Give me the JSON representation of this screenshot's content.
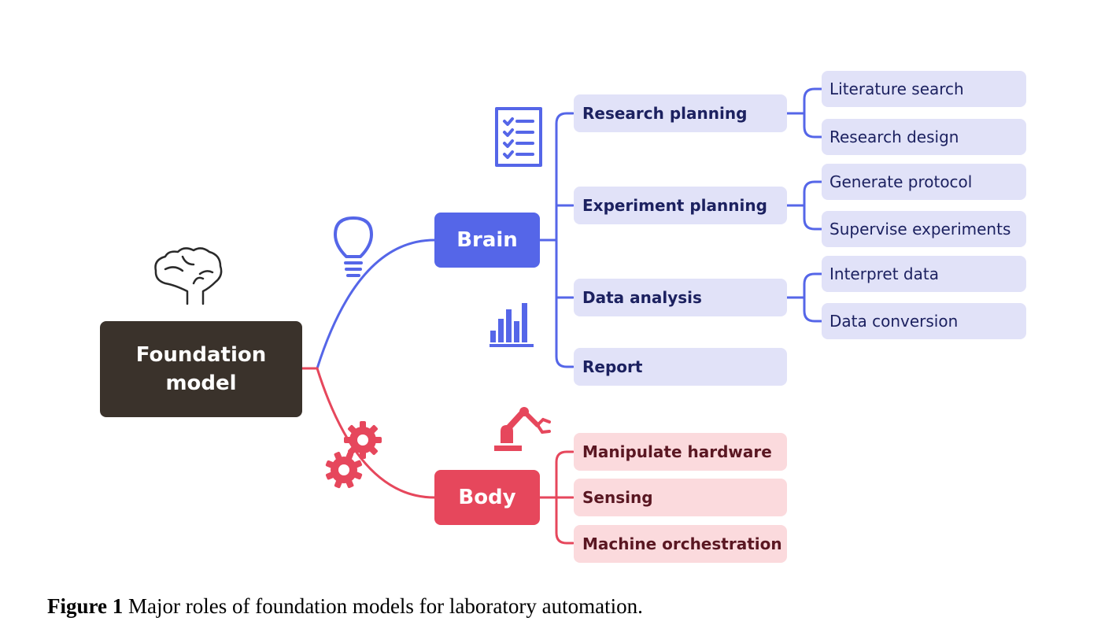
{
  "root": {
    "line1": "Foundation",
    "line2": "model"
  },
  "branches": {
    "brain": {
      "label": "Brain",
      "children": [
        {
          "label": "Research planning",
          "children": [
            "Literature search",
            "Research design"
          ]
        },
        {
          "label": "Experiment planning",
          "children": [
            "Generate protocol",
            "Supervise experiments"
          ]
        },
        {
          "label": "Data analysis",
          "children": [
            "Interpret data",
            "Data conversion"
          ]
        },
        {
          "label": "Report",
          "children": []
        }
      ]
    },
    "body": {
      "label": "Body",
      "children": [
        "Manipulate hardware",
        "Sensing",
        "Machine orchestration"
      ]
    }
  },
  "icons": [
    "brain-icon",
    "lightbulb-icon",
    "checklist-icon",
    "bar-chart-icon",
    "robot-arm-icon",
    "gears-icon"
  ],
  "colors": {
    "root": "#3a322b",
    "brain": "#5566e8",
    "brain_light": "#e1e2f8",
    "body": "#e6475c",
    "body_light": "#fbdadd"
  },
  "caption": {
    "label": "Figure 1",
    "text": "Major roles of foundation models for laboratory automation."
  }
}
